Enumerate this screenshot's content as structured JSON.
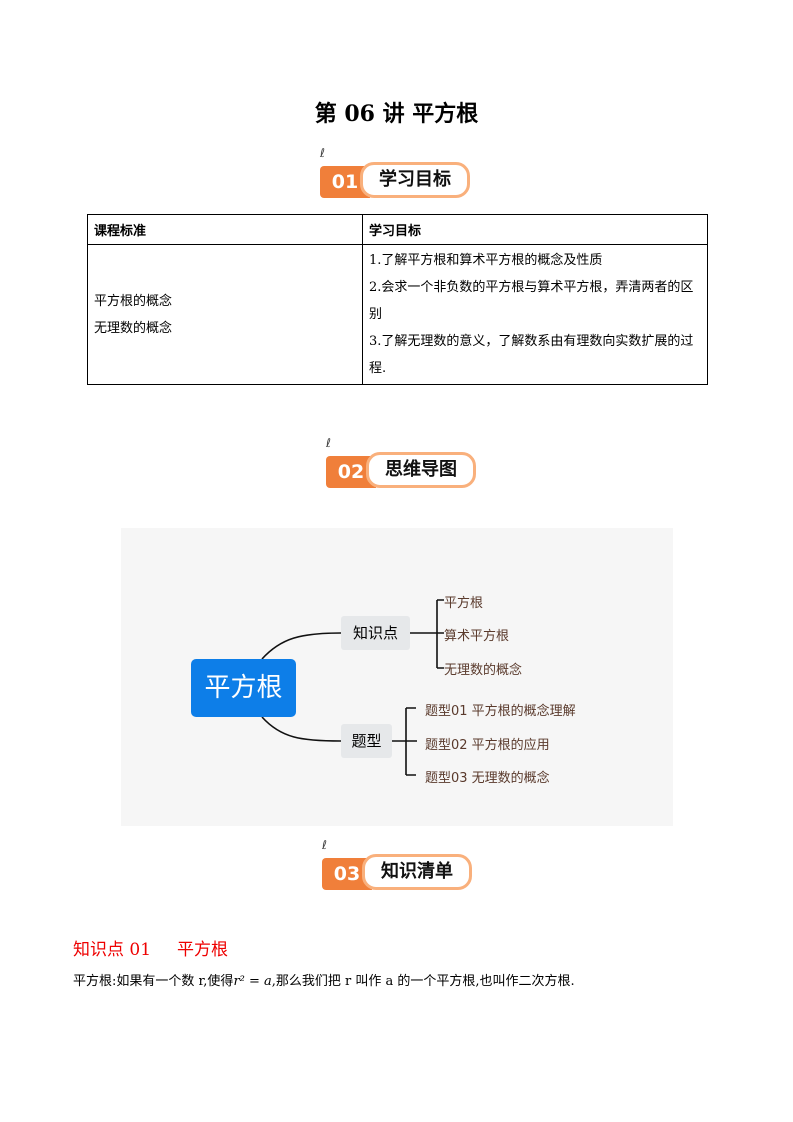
{
  "title": "第 06 讲  平方根",
  "badges": [
    {
      "num": "01",
      "label": "学习目标"
    },
    {
      "num": "02",
      "label": "思维导图"
    },
    {
      "num": "03",
      "label": "知识清单"
    }
  ],
  "table": {
    "headers": [
      "课程标准",
      "学习目标"
    ],
    "standards": [
      "平方根的概念",
      "无理数的概念"
    ],
    "goals": [
      "1.了解平方根和算术平方根的概念及性质",
      "2.会求一个非负数的平方根与算术平方根，弄清两者的区别",
      "3.了解无理数的意义，了解数系由有理数向实数扩展的过程."
    ]
  },
  "mindmap": {
    "center": "平方根",
    "branches": [
      {
        "label": "知识点",
        "leaves": [
          "平方根",
          "算术平方根",
          "无理数的概念"
        ]
      },
      {
        "label": "题型",
        "leaves": [
          "题型01   平方根的概念理解",
          "题型02   平方根的应用",
          "题型03   无理数的概念"
        ]
      }
    ]
  },
  "section": {
    "num": "知识点 01",
    "title": "平方根",
    "text_before": "平方根:如果有一个数 r,使得",
    "formula": "r² = a",
    "text_after": ",那么我们把 r 叫作 a 的一个平方根,也叫作二次方根."
  }
}
